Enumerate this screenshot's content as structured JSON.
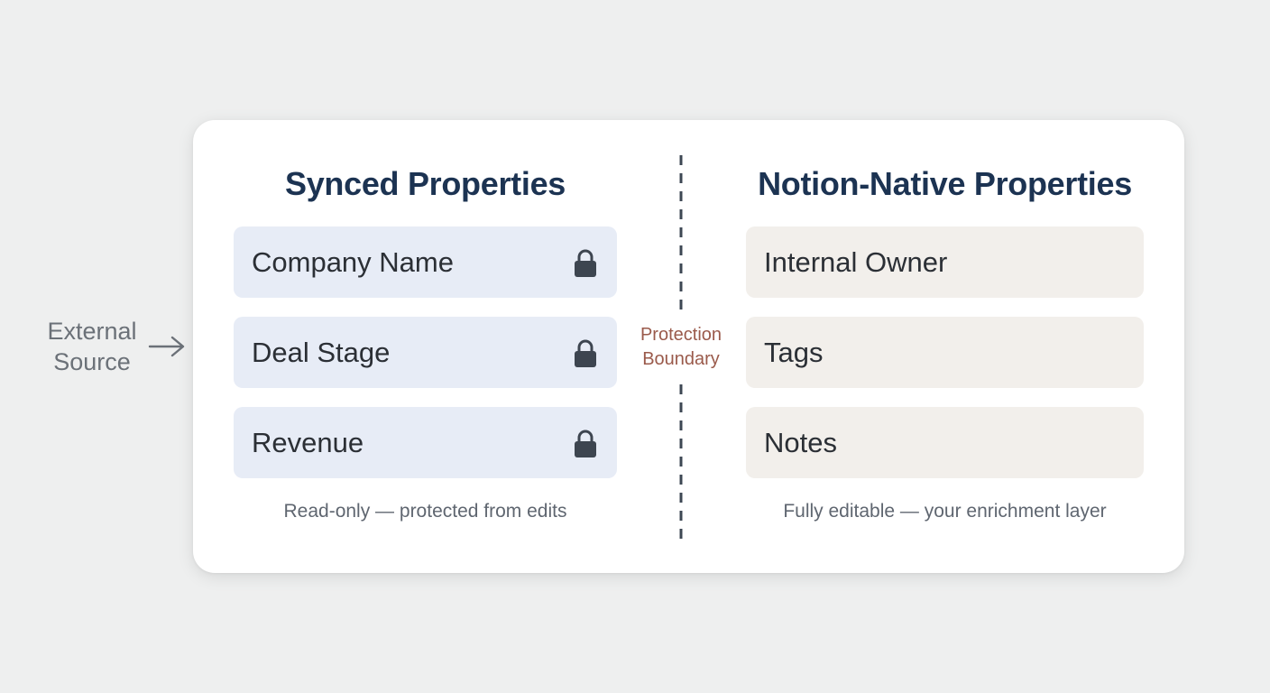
{
  "external_source": {
    "line1": "External",
    "line2": "Source",
    "arrow_icon": "arrow-right-icon"
  },
  "synced": {
    "title": "Synced Properties",
    "items": [
      {
        "label": "Company Name",
        "icon": "lock-icon"
      },
      {
        "label": "Deal Stage",
        "icon": "lock-icon"
      },
      {
        "label": "Revenue",
        "icon": "lock-icon"
      }
    ],
    "caption": "Read-only — protected from edits"
  },
  "boundary": {
    "line1": "Protection",
    "line2": "Boundary"
  },
  "native": {
    "title": "Notion-Native Properties",
    "items": [
      {
        "label": "Internal Owner"
      },
      {
        "label": "Tags"
      },
      {
        "label": "Notes"
      }
    ],
    "caption": "Fully editable — your enrichment layer"
  },
  "colors": {
    "title": "#1c3352",
    "synced_fill": "#e7ecf6",
    "native_fill": "#f2efeb",
    "boundary_text": "#9a5a4b",
    "lock": "#3d4550",
    "divider": "#3d4753"
  }
}
